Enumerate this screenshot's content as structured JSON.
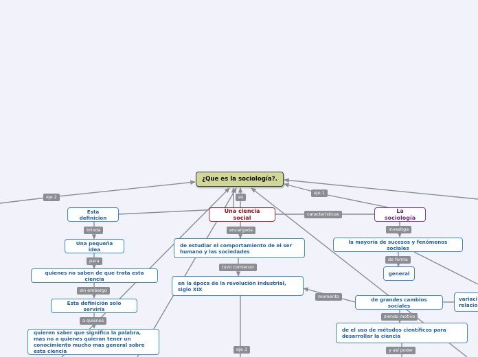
{
  "nodes": {
    "root": "¿Que es la sociología?.",
    "ciencia_social": "Una ciencia social",
    "la_sociologia": "La sociología",
    "esta_definicion": "Esta definicion",
    "pequena_idea": "Una pequeña idea",
    "quienes_no_saben": "quienes no saben de que trata esta ciencia",
    "definicion_serviria": "Esta definición solo serviría",
    "quieren_saber": "quieren saber que significa la palabra, mas no a quienes quieran tener un conocimiento mucho mas general sobre esta ciencia",
    "estudiar_comportamiento": "de estudiar el comportamiento de el ser humano y las sociedades",
    "epoca_revolucion": "en la época de la revolución industrial, siglo XIX",
    "mayoria_sucesos": "la mayoría de sucesos y fenómenos sociales",
    "general": "general",
    "grandes_cambios": "de grandes cambios sociales",
    "metodos_cientificos": "de el uso de métodos científicos para desarrollar la ciencia",
    "variaciones": "variaci relacio"
  },
  "labels": {
    "eje2": "eje 2",
    "es": "es",
    "eje1": "eje 1",
    "caracteristicas": "características",
    "brinda": "brinda",
    "encargada": "encargada",
    "investiga": "investiga",
    "para": "para",
    "tuvo_comienzo": "tuvo comienzo",
    "de_forma": "de forma",
    "sin_embargo": "sin embargo",
    "momento": "momento",
    "a_quienes": "a quienes",
    "siendo_motivo": "siendo motivo",
    "eje3": "eje 3",
    "y_asi_poder": "y así poder"
  },
  "colors": {
    "background": "#f1f2fa",
    "root_fill": "#d1d897",
    "node_border": "#3d88d6",
    "node_text": "#1f5fa8",
    "red_border": "#a12834",
    "purple_border": "#7b3c91",
    "connector": "#8a8e93",
    "label_fill": "#8a8e93"
  }
}
